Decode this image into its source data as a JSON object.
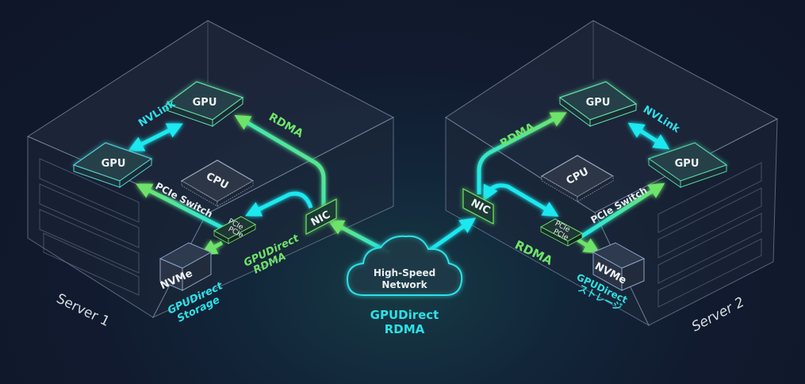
{
  "title": "GPUDirect RDMA & GPUDirect Storage architecture",
  "colors": {
    "background": "#10162a",
    "cyan_link": "#1ee8ef",
    "green_link": "#6ee36a",
    "box_edge": "#8796b0"
  },
  "network": {
    "cloud_label_line1": "High-Speed",
    "cloud_label_line2": "Network",
    "caption_line1": "GPUDirect",
    "caption_line2": "RDMA"
  },
  "server1": {
    "name": "Server 1",
    "gpu_top": "GPU",
    "gpu_left": "GPU",
    "cpu": "CPU",
    "nic": "NIC",
    "pcie_line1": "PCIe",
    "pcie_line2": "PCIe",
    "nvme": "NVMe",
    "nvlink_label": "NVLink",
    "rdma_label": "RDMA",
    "pcie_switch_label": "PCIe Switch",
    "gpudirect_rdma_line1": "GPUDirect",
    "gpudirect_rdma_line2": "RDMA",
    "gpudirect_storage_line1": "GPUDirect",
    "gpudirect_storage_line2": "Storage"
  },
  "server2": {
    "name": "Server 2",
    "gpu_top": "GPU",
    "gpu_right": "GPU",
    "cpu": "CPU",
    "nic": "NIC",
    "pcie_line1": "PCIe",
    "pcie_line2": "PCIe",
    "nvme": "NVMe",
    "nvlink_label": "NVLink",
    "rdma_top_label": "RDMA",
    "rdma_bottom_label": "RDMA",
    "pcie_switch_label": "PCIe Switch",
    "gpudirect_storage_line1": "GPUDirect",
    "gpudirect_storage_line2": "ストレージ"
  }
}
